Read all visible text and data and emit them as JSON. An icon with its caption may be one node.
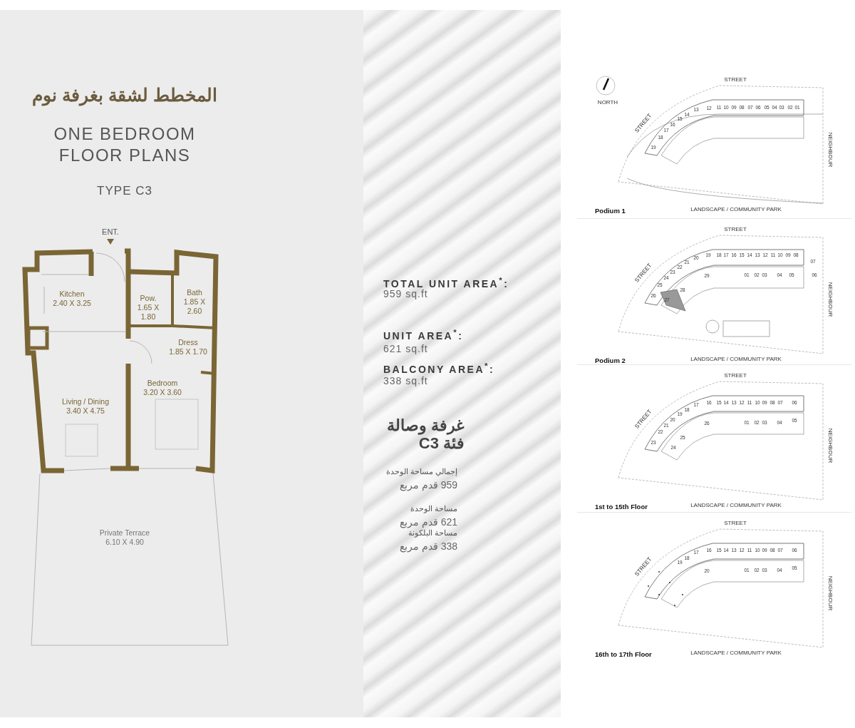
{
  "diagram": {
    "title": "ONE BEDROOM FLOOR PLANS",
    "nodes": [
      {
        "text": [
          "Kitchen",
          "2.40 X 3.25"
        ]
      },
      {
        "text": [
          "Pow.",
          "1.65 X 1.80"
        ]
      },
      {
        "text": [
          "Bath",
          "1.85 X 2.60"
        ]
      },
      {
        "text": [
          "Dress",
          "1.85 X 1.70"
        ]
      },
      {
        "text": [
          "Bedroom",
          "3.20 X 3.60"
        ]
      },
      {
        "text": [
          "Living / Dining",
          "3.40 X 4.75"
        ]
      },
      {
        "text": [
          "Private Terrace",
          "6.10 X 4.90"
        ]
      }
    ],
    "labels": [
      "المخطط لشقة بغرفة نوم",
      "TYPE C3",
      "ENT.",
      "TOTAL UNIT AREA$^{*}$:",
      "959 sq.ft",
      "UNIT AREA$^{*}$:",
      "621 sq.ft",
      "BALCONY AREA$^{*}$:",
      "338 sq.ft",
      "غرفة وصالة فئة C3",
      "إجمالي مساحة الوحدة",
      "959 قدم مربع",
      "مساحة الوحدة",
      "621 قدم مربع",
      "مساحة البلكونة",
      "338 قدم مربع",
      "STREET",
      "NORTH",
      "STREET",
      "01",
      "02",
      "03",
      "04",
      "05",
      "06",
      "07",
      "08",
      "09",
      "10",
      "11",
      "12",
      "13",
      "14",
      "15",
      "16",
      "17",
      "18",
      "19",
      "NEIGHBOUR",
      "LANDSCAPE / COMMUNITY PARK",
      "Podium 1",
      "STREET",
      "STREET",
      "01",
      "02",
      "03",
      "04",
      "05",
      "06",
      "07",
      "08",
      "09",
      "10",
      "11",
      "12",
      "13",
      "14",
      "15",
      "16",
      "17",
      "18",
      "19",
      "20",
      "21",
      "22",
      "23",
      "24",
      "25",
      "26",
      "27",
      "28",
      "29",
      "NEIGHBOUR",
      "LANDSCAPE / COMMUNITY PARK",
      "Podium 2",
      "STREET",
      "STREET",
      "01",
      "02",
      "03",
      "04",
      "05",
      "06",
      "07",
      "08",
      "09",
      "10",
      "11",
      "12",
      "13",
      "14",
      "15",
      "16",
      "17",
      "18",
      "19",
      "20",
      "21",
      "22",
      "23",
      "24",
      "25",
      "26",
      "NEIGHBOUR",
      "LANDSCAPE / COMMUNITY PARK",
      "1st to 15th Floor",
      "STREET",
      "STREET",
      "01",
      "02",
      "03",
      "04",
      "05",
      "06",
      "07",
      "08",
      "09",
      "10",
      "11",
      "12",
      "13",
      "14",
      "15",
      "16",
      "17",
      "18",
      "19",
      "20",
      "NEIGHBOUR",
      "LANDSCAPE / COMMUNITY PARK",
      "16th to 17th Floor"
    ]
  }
}
